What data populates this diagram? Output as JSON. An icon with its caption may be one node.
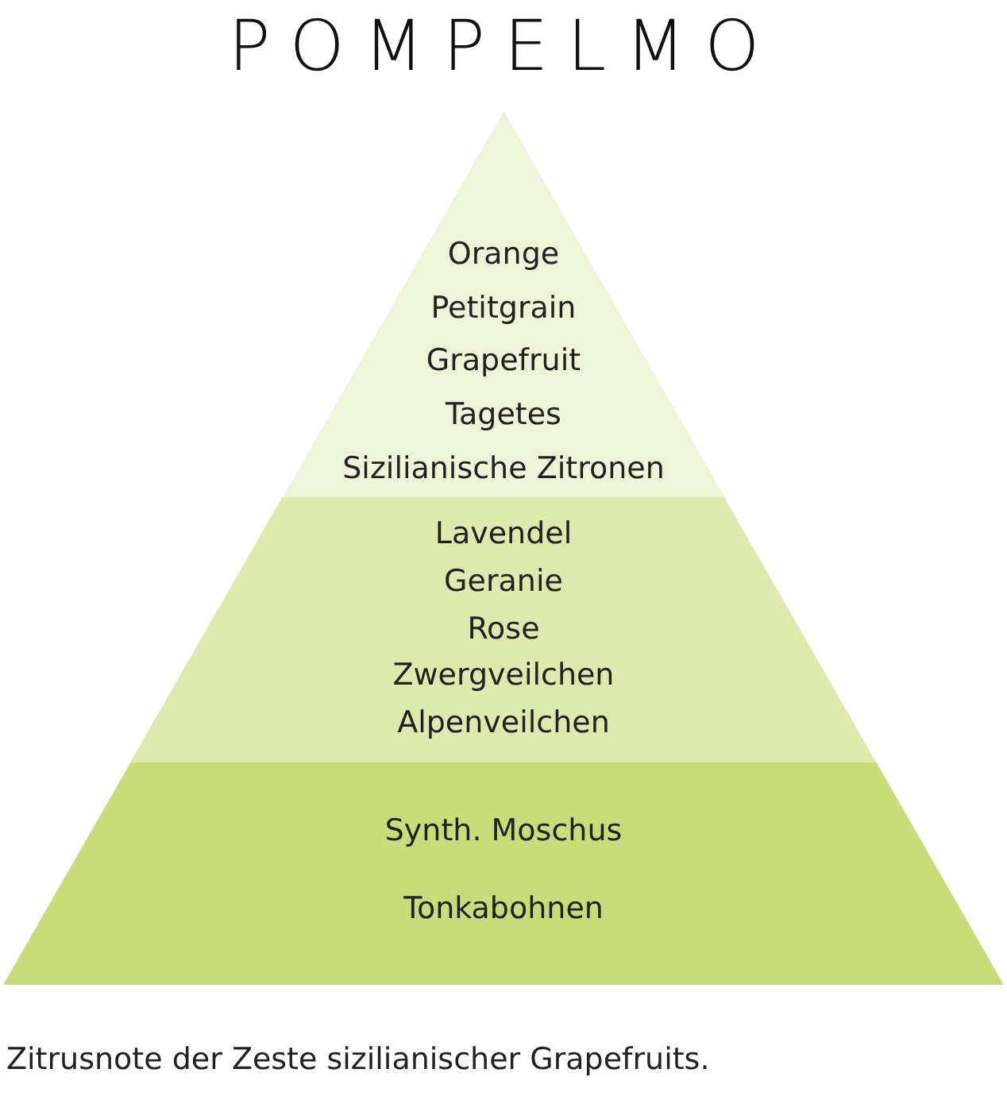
{
  "diagram": {
    "title": "POMPELMO",
    "nodes": [
      {
        "text": [
          "Orange",
          "Petitgrain",
          "Grapefruit",
          "Tagetes",
          "Sizilianische Zitronen"
        ]
      },
      {
        "text": [
          "Lavendel",
          "Geranie",
          "Rose",
          "Zwergveilchen",
          "Alpenveilchen"
        ]
      },
      {
        "text": [
          "Synth. Moschus",
          "Tonkabohnen"
        ]
      }
    ],
    "caption": "Zitrusnote der Zeste sizilianischer Grapefruits."
  }
}
